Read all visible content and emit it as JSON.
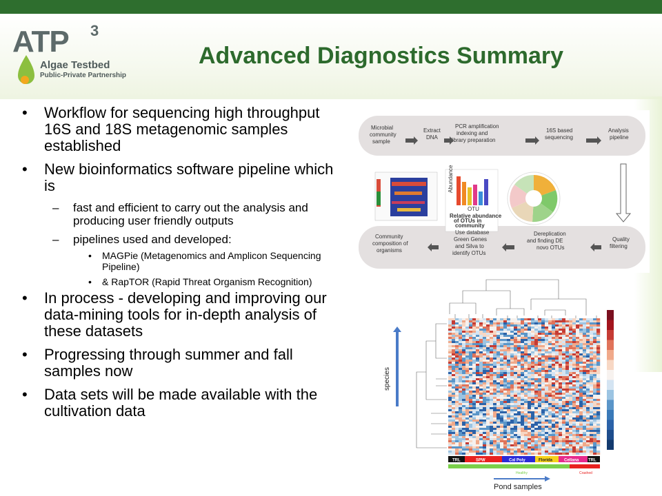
{
  "header": {
    "logo_main": "ATP",
    "logo_sup": "3",
    "logo_line1": "Algae Testbed",
    "logo_line2": "Public-Private Partnership",
    "title": "Advanced Diagnostics Summary"
  },
  "bullets": {
    "b1": "Workflow for sequencing high throughput 16S and 18S metagenomic samples established",
    "b2": "New bioinformatics software pipeline which is",
    "b2_sub1": "fast and efficient to carry out the analysis and producing user friendly outputs",
    "b2_sub2": "pipelines used and developed:",
    "b2_sub2_a": "MAGPie (Metagenomics and Amplicon Sequencing Pipeline)",
    "b2_sub2_b": "& RapTOR (Rapid Threat Organism Recognition)",
    "b3": "In process - developing and improving our data-mining tools for in-depth analysis of these datasets",
    "b4": "Progressing through summer and fall samples now",
    "b5": "Data sets will be made available with the cultivation data"
  },
  "workflow": {
    "top_steps": [
      "Microbial community sample",
      "Extract DNA",
      "PCR amplification indexing and library preparation",
      "16S based sequencing",
      "Analysis pipeline"
    ],
    "bottom_steps": [
      "Community composition of organisms",
      "Use database Green Genes and Silva to identify OTUs",
      "Dereplication and finding DE novo OTUs",
      "Quality filtering"
    ],
    "bar_axis_y": "Abundance",
    "bar_axis_x": "OTU",
    "bar_caption": "Relative abundance of OTUs in community"
  },
  "heatmap": {
    "y_label": "species",
    "x_label": "Pond samples",
    "sample_groups": [
      "TRL",
      "SPW",
      "Cal Poly",
      "Florida",
      "Cellana",
      "TRL"
    ],
    "status_labels": [
      "Healthy",
      "Crashed"
    ]
  }
}
